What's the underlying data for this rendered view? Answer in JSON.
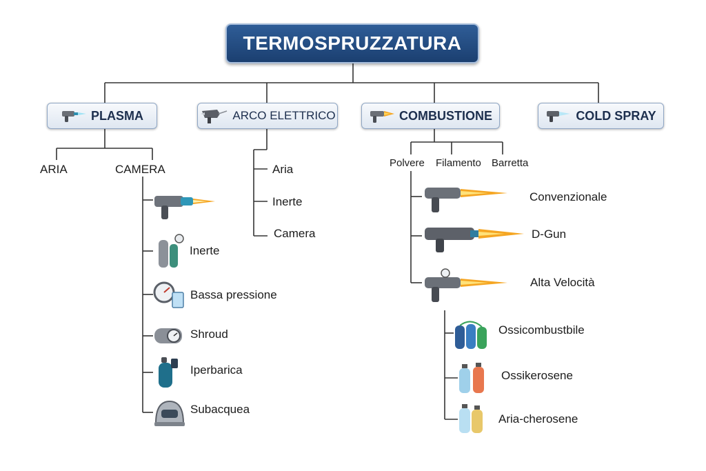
{
  "title": "TERMOSPRUZZATURA",
  "categories": {
    "plasma": {
      "label": "PLASMA",
      "modes": [
        "ARIA",
        "CAMERA"
      ],
      "camera_items": [
        "Inerte",
        "Bassa pressione",
        "Shroud",
        "Iperbarica",
        "Subacquea"
      ]
    },
    "arco": {
      "label": "ARCO ELETTRICO",
      "items": [
        "Aria",
        "Inerte",
        "Camera"
      ]
    },
    "combustione": {
      "label": "COMBUSTIONE",
      "feedstock": [
        "Polvere",
        "Filamento",
        "Barretta"
      ],
      "processes": [
        "Convenzionale",
        "D-Gun",
        "Alta Velocità"
      ],
      "fuels": [
        "Ossicombustbile",
        "Ossikerosene",
        "Aria-cherosene"
      ]
    },
    "cold": {
      "label": "COLD SPRAY"
    }
  },
  "colors": {
    "title_bg": "#1b3f70",
    "box_border": "#8fa6c4",
    "line": "#333333",
    "flame": "#f5a623"
  }
}
